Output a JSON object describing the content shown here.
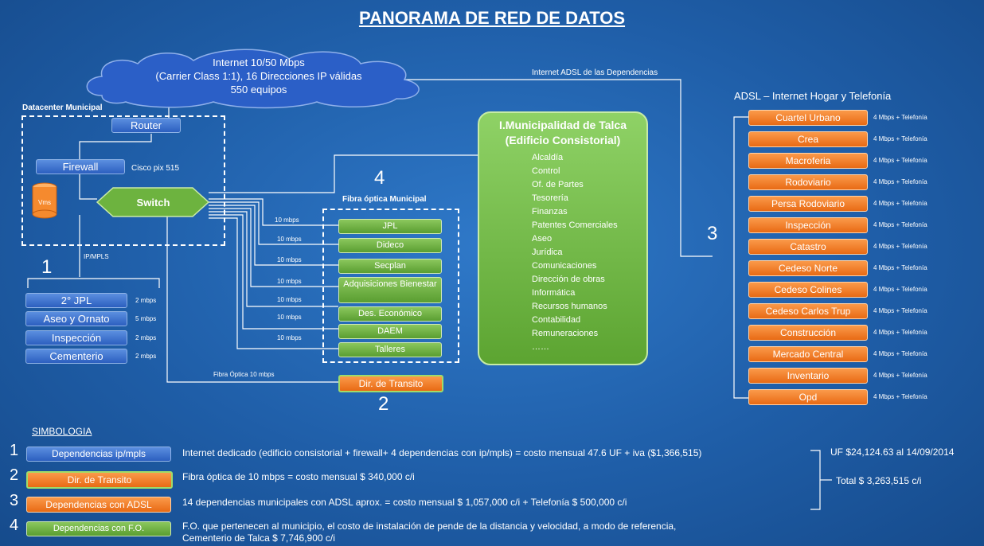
{
  "title": "PANORAMA DE RED DE DATOS",
  "cloud": {
    "line1": "Internet 10/50 Mbps",
    "line2": "(Carrier Class 1:1), 16 Direcciones IP válidas",
    "line3": "550 equipos"
  },
  "internet_adsl_label": "Internet ADSL de las Dependencias",
  "datacenter": {
    "label": "Datacenter Municipal",
    "router": "Router",
    "firewall": "Firewall",
    "firewall_note": "Cisco pix 515",
    "switch": "Switch",
    "db": "Vms",
    "ipmpls": "IP/MPLS"
  },
  "group1": {
    "number": "1",
    "items": [
      {
        "label": "2° JPL",
        "speed": "2 mbps"
      },
      {
        "label": "Aseo y Ornato",
        "speed": "5 mbps"
      },
      {
        "label": "Inspección",
        "speed": "2 mbps"
      },
      {
        "label": "Cementerio",
        "speed": "2 mbps"
      }
    ]
  },
  "group4": {
    "number": "4",
    "label": "Fibra óptica Municipal",
    "items": [
      {
        "label": "JPL",
        "speed": "10 mbps"
      },
      {
        "label": "Dideco",
        "speed": "10 mbps"
      },
      {
        "label": "Secplan",
        "speed": "10 mbps"
      },
      {
        "label": "Adquisiciones Bienestar",
        "speed": "10 mbps"
      },
      {
        "label": "Des. Económico",
        "speed": "10 mbps"
      },
      {
        "label": "DAEM",
        "speed": "10 mbps"
      },
      {
        "label": "Talleres",
        "speed": "10 mbps"
      }
    ]
  },
  "group2": {
    "number": "2",
    "link_label": "Fibra Óptica 10 mbps",
    "box": "Dir. de Transito"
  },
  "municipalidad": {
    "title1": "I.Municipalidad de Talca",
    "title2": "(Edificio Consistorial)",
    "items": [
      "Alcaldía",
      "Control",
      "Of. de Partes",
      "Tesorería",
      "Finanzas",
      "Patentes Comerciales",
      "Aseo",
      "Jurídica",
      "Comunicaciones",
      "Dirección de obras",
      "Informática",
      "Recursos humanos",
      "Contabilidad",
      "Remuneraciones",
      "……"
    ]
  },
  "group3": {
    "number": "3",
    "label": "ADSL – Internet Hogar y Telefonía",
    "speed": "4 Mbps + Telefonía",
    "items": [
      "Cuartel Urbano",
      "Crea",
      "Macroferia",
      "Rodoviario",
      "Persa Rodoviario",
      "Inspección",
      "Catastro",
      "Cedeso Norte",
      "Cedeso Colines",
      "Cedeso Carlos Trup",
      "Construcción",
      "Mercado Central",
      "Inventario",
      "Opd"
    ]
  },
  "simbologia": {
    "heading": "SIMBOLOGIA",
    "rows": [
      {
        "num": "1",
        "box": "Dependencias ip/mpls",
        "text": "Internet dedicado (edificio consistorial + firewall+ 4 dependencias con ip/mpls) = costo mensual  47.6 UF + iva ($1,366,515)"
      },
      {
        "num": "2",
        "box": "Dir. de Transito",
        "text": "Fibra óptica de 10 mbps = costo mensual $ 340,000 c/i"
      },
      {
        "num": "3",
        "box": "Dependencias con ADSL",
        "text": "14 dependencias municipales con ADSL aprox. = costo mensual $ 1,057,000 c/i + Telefonía $ 500,000 c/i"
      },
      {
        "num": "4",
        "box": "Dependencias con F.O.",
        "text": "F.O. que pertenecen al municipio, el costo de instalación de pende de la distancia y velocidad, a modo de referencia,",
        "text2": "Cementerio de Talca $ 7,746,900 c/i"
      }
    ],
    "uf": "UF $24,124.63 al 14/09/2014",
    "total": "Total $ 3,263,515 c/i"
  },
  "colors": {
    "background": "#1f5ea8",
    "blue": "#3c6fd0",
    "green": "#6db33f",
    "orange": "#f47e2a"
  }
}
